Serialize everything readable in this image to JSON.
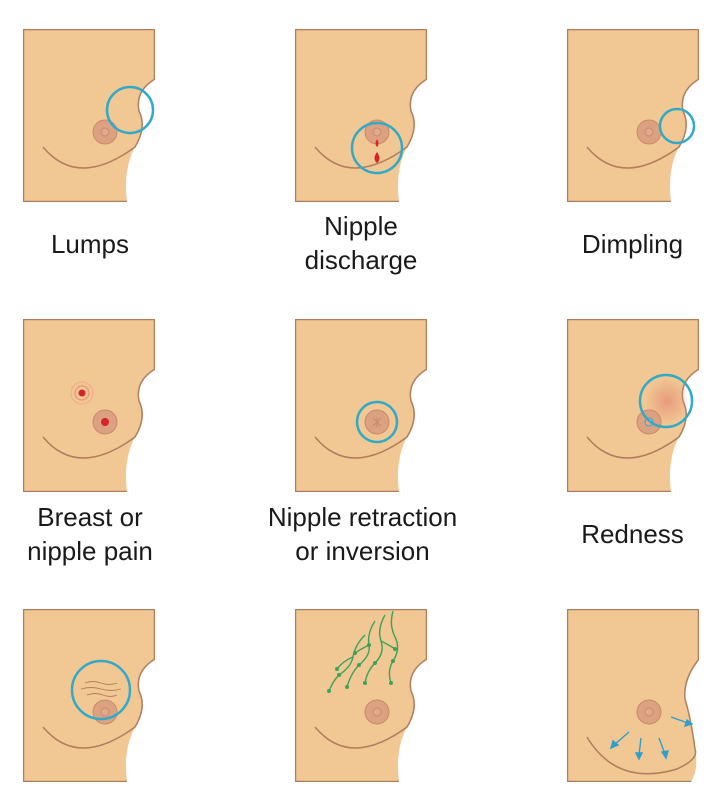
{
  "colors": {
    "skin": "#f1c894",
    "outline": "#b17d5c",
    "areola": "#dba180",
    "nipple": "#c98a6c",
    "highlight": "#31a9c8",
    "discharge": "#d8232a",
    "redness": "#e8957a",
    "veins": "#3aa35a",
    "arrows": "#2e9fc8"
  },
  "symptoms": [
    {
      "id": "lumps",
      "label": "Lumps"
    },
    {
      "id": "nipple-discharge",
      "label": "Nipple\ndischarge"
    },
    {
      "id": "dimpling",
      "label": "Dimpling"
    },
    {
      "id": "breast-nipple-pain",
      "label": "Breast or\nnipple pain"
    },
    {
      "id": "nipple-retraction",
      "label": "Nipple retraction\nor inversion"
    },
    {
      "id": "redness",
      "label": "Redness"
    },
    {
      "id": "skin-texture",
      "label": ""
    },
    {
      "id": "visible-veins",
      "label": ""
    },
    {
      "id": "size-shape-change",
      "label": ""
    }
  ]
}
